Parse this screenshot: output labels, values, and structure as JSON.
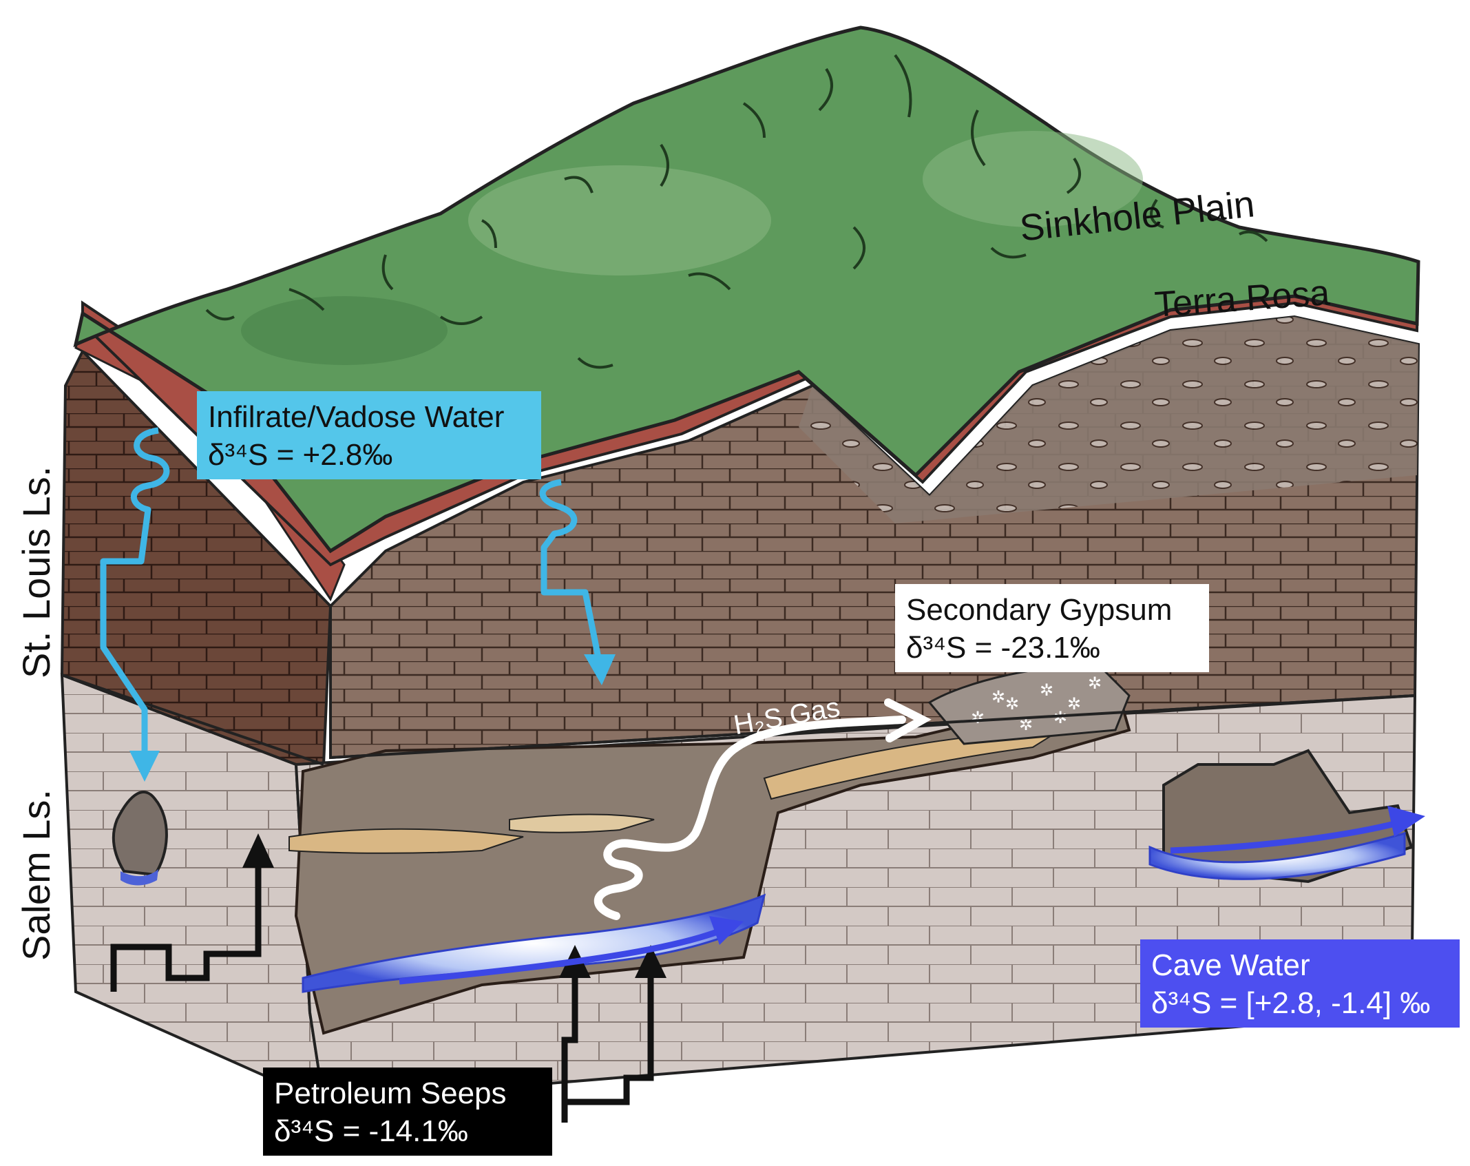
{
  "labels": {
    "sinkhole_plain": "Sinkhole Plain",
    "terra_rosa": "Terra Rosa",
    "st_louis": "St. Louis Ls.",
    "salem": "Salem Ls.",
    "h2s_gas": "H₂S Gas"
  },
  "boxes": {
    "infiltrate": {
      "title": "Infilrate/Vadose Water",
      "value": "δ³⁴S = +2.8‰"
    },
    "gypsum": {
      "title": "Secondary Gypsum",
      "value": "δ³⁴S = -23.1‰"
    },
    "petroleum": {
      "title": "Petroleum Seeps",
      "value": "δ³⁴S = -14.1‰"
    },
    "cave_water": {
      "title": "Cave Water",
      "value": "δ³⁴S = [+2.8, -1.4] ‰"
    }
  },
  "colors": {
    "vegetation": "#5e9a5c",
    "terra_rosa": "#a94f45",
    "st_louis": "#6e4a3c",
    "salem": "#cfc5c1",
    "infiltrate_box": "#54c6ea",
    "cave_water_box": "#4d4ff0",
    "petroleum_box": "#000000",
    "gypsum_box": "#ffffff"
  }
}
